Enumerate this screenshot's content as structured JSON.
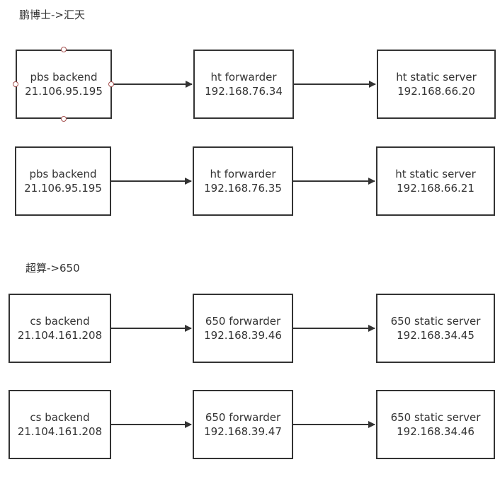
{
  "sections": [
    {
      "title": "鹏博士->汇天",
      "rows": [
        {
          "source": {
            "name": "pbs backend",
            "ip": "21.106.95.195"
          },
          "forwarder": {
            "name": "ht forwarder",
            "ip": "192.168.76.34"
          },
          "server": {
            "name": "ht static server",
            "ip": "192.168.66.20"
          }
        },
        {
          "source": {
            "name": "pbs backend",
            "ip": "21.106.95.195"
          },
          "forwarder": {
            "name": "ht forwarder",
            "ip": "192.168.76.35"
          },
          "server": {
            "name": "ht static server",
            "ip": "192.168.66.21"
          }
        }
      ]
    },
    {
      "title": "超算->650",
      "rows": [
        {
          "source": {
            "name": "cs backend",
            "ip": "21.104.161.208"
          },
          "forwarder": {
            "name": "650 forwarder",
            "ip": "192.168.39.46"
          },
          "server": {
            "name": "650 static server",
            "ip": "192.168.34.45"
          }
        },
        {
          "source": {
            "name": "cs backend",
            "ip": "21.104.161.208"
          },
          "forwarder": {
            "name": "650 forwarder",
            "ip": "192.168.39.47"
          },
          "server": {
            "name": "650 static server",
            "ip": "192.168.34.46"
          }
        }
      ]
    }
  ],
  "colors": {
    "stroke": "#333333",
    "selection_handle": "#a5504f"
  }
}
